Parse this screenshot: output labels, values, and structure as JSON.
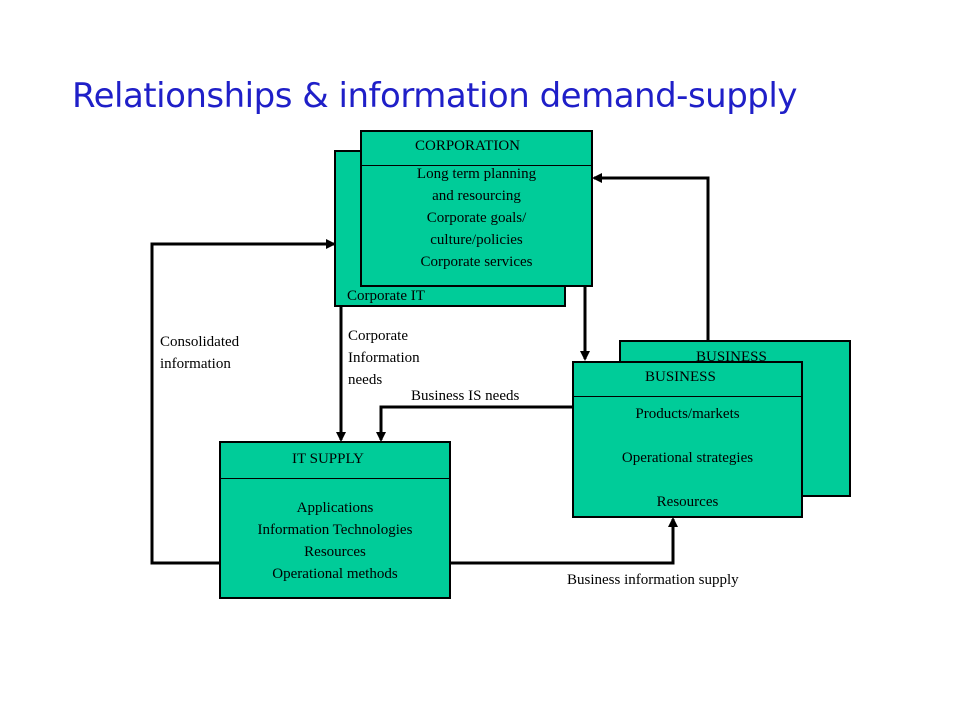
{
  "title": "Relationships & information demand-supply",
  "corporation": {
    "header": "CORPORATION",
    "lines": [
      "Long term planning",
      "and resourcing",
      "Corporate goals/",
      "culture/policies",
      "Corporate services"
    ],
    "back_label": "Corporate IT"
  },
  "business": {
    "back_header": "BUSINESS",
    "header": "BUSINESS",
    "lines": [
      "Products/markets",
      "Operational strategies",
      "Resources"
    ]
  },
  "it_supply": {
    "header": "IT SUPPLY",
    "lines": [
      "Applications",
      "Information Technologies",
      "Resources",
      "Operational methods"
    ]
  },
  "labels": {
    "consolidated": [
      "Consolidated",
      "information"
    ],
    "corporate_needs": [
      "Corporate",
      "Information",
      "needs"
    ],
    "business_is_needs": "Business IS needs",
    "business_supply": "Business information supply"
  },
  "colors": {
    "box_fill": "#00cc99",
    "title": "#1f1fc8"
  }
}
